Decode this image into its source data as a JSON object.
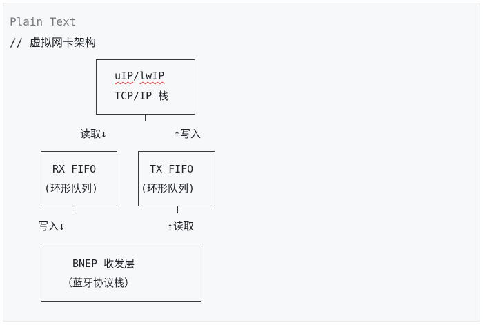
{
  "code_block": {
    "language": "Plain Text",
    "comment": "// 虚拟网卡架构"
  },
  "diagram": {
    "top": {
      "line1_a": "uIP",
      "line1_sep": "/",
      "line1_b": "lwIP",
      "line2": "TCP/IP 栈"
    },
    "top_to_rx": "读取↓",
    "tx_to_top": "↑写入",
    "rx": {
      "line1": "RX FIFO",
      "line2": "(环形队列)"
    },
    "tx": {
      "line1": "TX FIFO",
      "line2": "(环形队列)"
    },
    "rx_to_bnep": "写入↓",
    "bnep_to_tx": "↑读取",
    "bnep": {
      "line1": "BNEP 收发层",
      "line2": "（蓝牙协议栈）"
    }
  },
  "colors": {
    "panel_bg": "#f7f8fa",
    "text": "#1f2328",
    "muted": "#777b80",
    "spell_underline": "#e0443e"
  }
}
